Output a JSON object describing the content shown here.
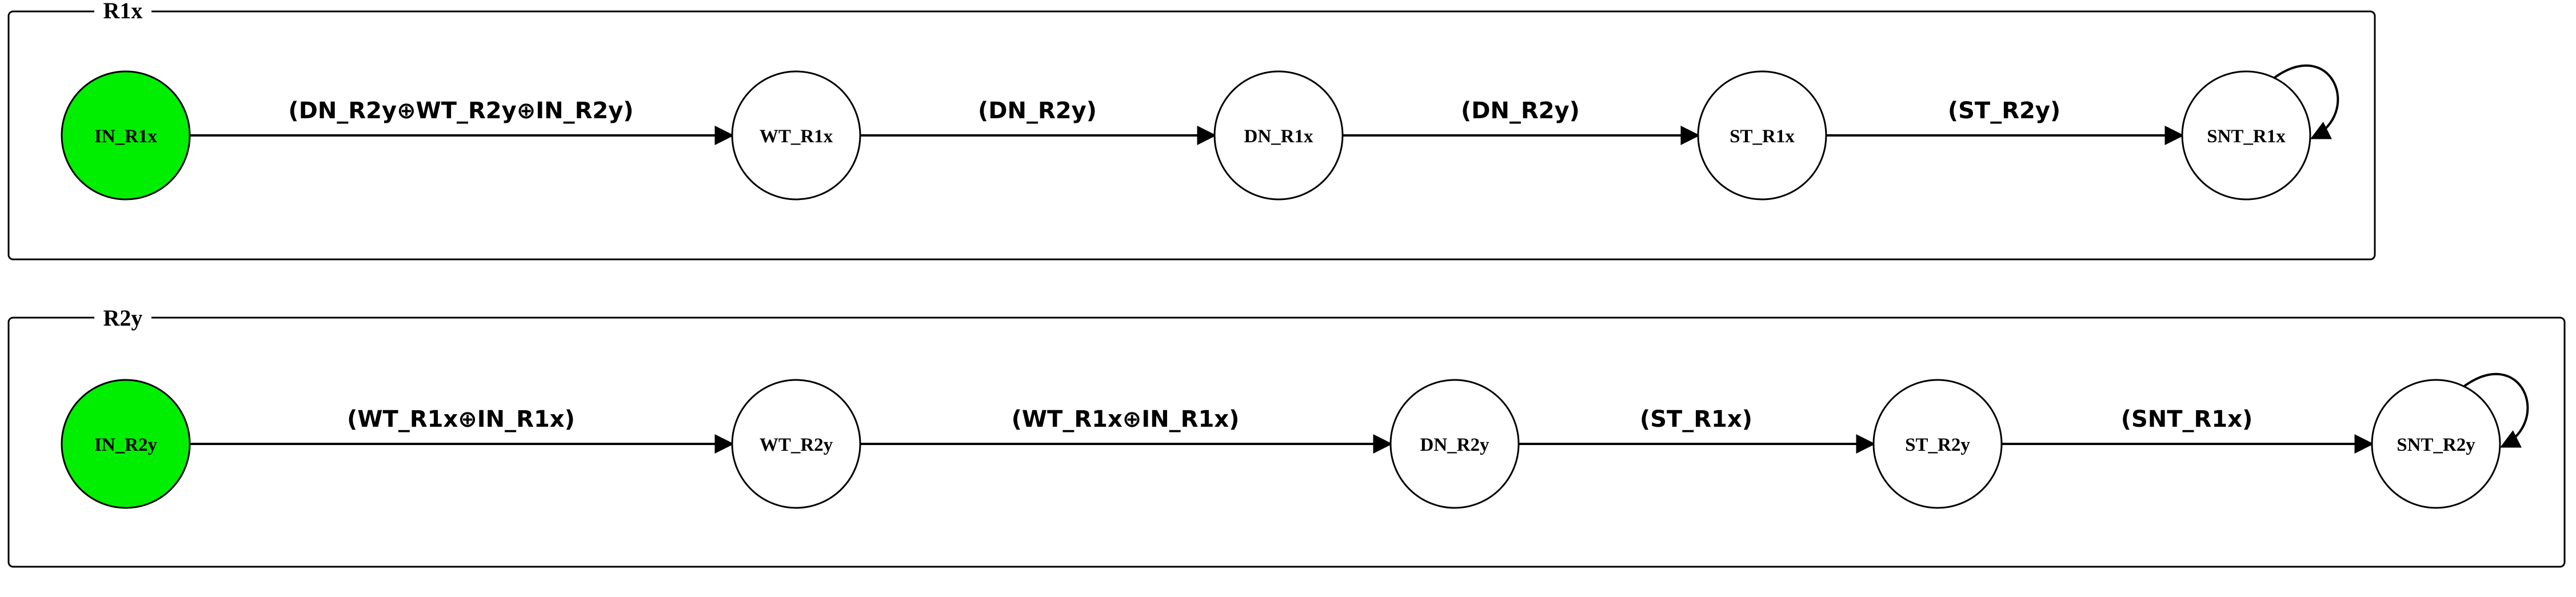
{
  "colors": {
    "initial_fill": "#00ee00",
    "state_fill": "#ffffff",
    "stroke": "#000000"
  },
  "machines": [
    {
      "title": "R1x",
      "states": [
        {
          "id": "IN_R1x",
          "label": "IN_R1x",
          "initial": true,
          "self_loop": false
        },
        {
          "id": "WT_R1x",
          "label": "WT_R1x",
          "initial": false,
          "self_loop": false
        },
        {
          "id": "DN_R1x",
          "label": "DN_R1x",
          "initial": false,
          "self_loop": false
        },
        {
          "id": "ST_R1x",
          "label": "ST_R1x",
          "initial": false,
          "self_loop": false
        },
        {
          "id": "SNT_R1x",
          "label": "SNT_R1x",
          "initial": false,
          "self_loop": true
        }
      ],
      "transitions": [
        {
          "from": "IN_R1x",
          "to": "WT_R1x",
          "label": "(DN_R2y⊕WT_R2y⊕IN_R2y)"
        },
        {
          "from": "WT_R1x",
          "to": "DN_R1x",
          "label": "(DN_R2y)"
        },
        {
          "from": "DN_R1x",
          "to": "ST_R1x",
          "label": "(DN_R2y)"
        },
        {
          "from": "ST_R1x",
          "to": "SNT_R1x",
          "label": "(ST_R2y)"
        }
      ]
    },
    {
      "title": "R2y",
      "states": [
        {
          "id": "IN_R2y",
          "label": "IN_R2y",
          "initial": true,
          "self_loop": false
        },
        {
          "id": "WT_R2y",
          "label": "WT_R2y",
          "initial": false,
          "self_loop": false
        },
        {
          "id": "DN_R2y",
          "label": "DN_R2y",
          "initial": false,
          "self_loop": false
        },
        {
          "id": "ST_R2y",
          "label": "ST_R2y",
          "initial": false,
          "self_loop": false
        },
        {
          "id": "SNT_R2y",
          "label": "SNT_R2y",
          "initial": false,
          "self_loop": true
        }
      ],
      "transitions": [
        {
          "from": "IN_R2y",
          "to": "WT_R2y",
          "label": "(WT_R1x⊕IN_R1x)"
        },
        {
          "from": "WT_R2y",
          "to": "DN_R2y",
          "label": "(WT_R1x⊕IN_R1x)"
        },
        {
          "from": "DN_R2y",
          "to": "ST_R2y",
          "label": "(ST_R1x)"
        },
        {
          "from": "ST_R2y",
          "to": "SNT_R2y",
          "label": "(SNT_R1x)"
        }
      ]
    }
  ]
}
